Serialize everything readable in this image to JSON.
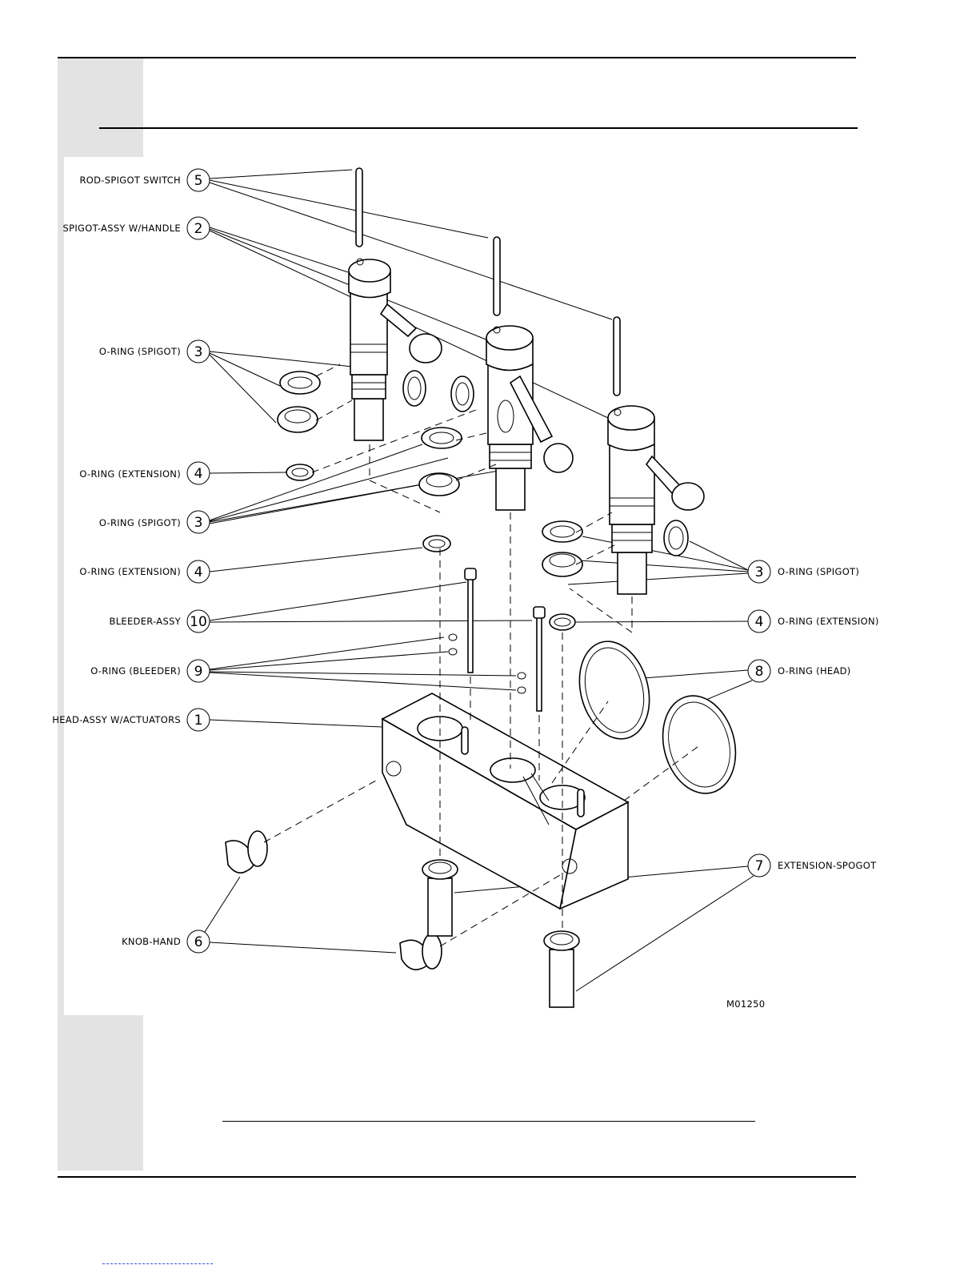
{
  "drawing_number": "M01250",
  "callouts": [
    {
      "id": "c5",
      "number": "5",
      "label": "ROD-SPIGOT SWITCH",
      "side": "left"
    },
    {
      "id": "c2",
      "number": "2",
      "label": "SPIGOT-ASSY W/HANDLE",
      "side": "left"
    },
    {
      "id": "c3a",
      "number": "3",
      "label": "O-RING (SPIGOT)",
      "side": "left"
    },
    {
      "id": "c4a",
      "number": "4",
      "label": "O-RING (EXTENSION)",
      "side": "left"
    },
    {
      "id": "c3b",
      "number": "3",
      "label": "O-RING (SPIGOT)",
      "side": "left"
    },
    {
      "id": "c4b",
      "number": "4",
      "label": "O-RING (EXTENSION)",
      "side": "left"
    },
    {
      "id": "c10",
      "number": "10",
      "label": "BLEEDER-ASSY",
      "side": "left"
    },
    {
      "id": "c9",
      "number": "9",
      "label": "O-RING (BLEEDER)",
      "side": "left"
    },
    {
      "id": "c1",
      "number": "1",
      "label": "HEAD-ASSY W/ACTUATORS",
      "side": "left"
    },
    {
      "id": "c6",
      "number": "6",
      "label": "KNOB-HAND",
      "side": "left"
    },
    {
      "id": "c3c",
      "number": "3",
      "label": "O-RING (SPIGOT)",
      "side": "right"
    },
    {
      "id": "c4c",
      "number": "4",
      "label": "O-RING (EXTENSION)",
      "side": "right"
    },
    {
      "id": "c8",
      "number": "8",
      "label": "O-RING (HEAD)",
      "side": "right"
    },
    {
      "id": "c7",
      "number": "7",
      "label": "EXTENSION-SPOGOT",
      "side": "right"
    }
  ],
  "colors": {
    "sidebar": "#e3e3e3",
    "ink": "#000000",
    "link": "#3b5bd6"
  }
}
